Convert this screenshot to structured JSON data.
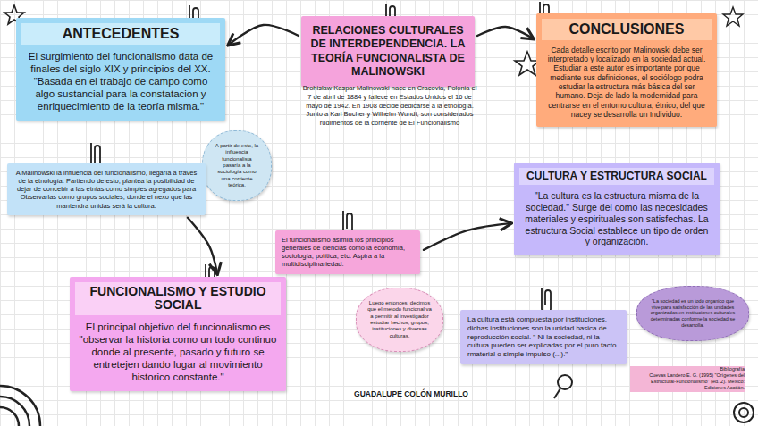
{
  "diagram": {
    "nodes": [
      {
        "text": [
          "RELACIONES CULTURALES DE INTERDEPENDENCIA. LA TEORÍA FUNCIONALISTA DE MALINOWSKI"
        ]
      },
      {
        "text": [
          "ANTECEDENTES",
          "El surgimiento del funcionalismo data de finales del siglo XIX y principios del XX. \"Basada en el trabajo de campo como algo sustancial para la constatacion y enriquecimiento de la teoría misma.\""
        ]
      },
      {
        "text": [
          "A partir de esto, la influencia funcionalista pasaría a la sociología como una corriente teórica."
        ]
      },
      {
        "text": [
          "A Malinowski la influencia del funcionalismo, llegaría a través de la etnología. Partiendo de esto, plantea la posibilidad de dejar de concebir a las etnias como simples agregados para Observarlas como grupos sociales, donde el nexo que las mantendra unidas será la cultura."
        ]
      },
      {
        "text": [
          "FUNCIONALISMO Y ESTUDIO SOCIAL",
          "El principal objetivo del funcionalismo es \"observar la historia como un todo continuo donde al presente, pasado y futuro se entretejen dando lugar al movimiento historico constante.\""
        ]
      },
      {
        "text": [
          "El funcionalismo asimila los principios generales de ciencias como la economía, sociología, política, etc. Aspira a la multidisciplinariedad."
        ]
      },
      {
        "text": [
          "Luego entonces, decimos que el metodo funcional va a permitir al investigador estudiar hechos, grupos, instituciones y diversas culturas."
        ]
      },
      {
        "text": [
          "CONCLUSIONES",
          "Cada detalle escrito por Malinowski debe ser interpretado y localizado en la sociedad actual. Estudiar a este autor es importante por que mediante sus definiciones, el sociólogo podra estudiar la estructura más básica del ser humano. Deja de lado la modernidad para centrarse en el entorno cultura, étnico, del que nacey se desarrolla un Individuo."
        ]
      },
      {
        "text": [
          "CULTURA Y ESTRUCTURA SOCIAL",
          "\"La cultura es la estructura misma de la sociedad.\" Surge del como las necesidades materiales y espirituales son satisfechas. La estructura Social establece un tipo de orden y organización."
        ]
      },
      {
        "text": [
          "La cultura está compuesta por instituciones, dichas instituciones son la unidad basica de reproducción social. \" Ni la sociedad, ni la cultura pueden ser explicadas por el puro facto rmaterial o simple impulso (...).\""
        ]
      },
      {
        "text": [
          "\"La sociedad es un todo organico que vive para satisfacción de las unidades organizadas en instituciones culturales determinadas conforme la sociedad se desarrolla."
        ]
      }
    ],
    "edges": [
      {
        "from": 0,
        "to": 1,
        "arrow": "to"
      },
      {
        "from": 0,
        "to": 7,
        "arrow": "to"
      },
      {
        "from": 3,
        "to": 4,
        "arrow": "to"
      },
      {
        "from": 5,
        "to": 8,
        "arrow": "to"
      }
    ],
    "labels": [
      "Brohislaw Kaspar Malinowski nace en Cracovia, Polonia el 7 de abril de 1884 y fallece en Estados Unidos el 16 de mayo de 1942. En 1908 decide dedicarse a la etnología. Junto a Karl Bucher y Wilhelm Wundt, son considerados rudimentos de la corriente de El Funcionalismo",
      "GUADALUPE COLÓN MURILLO",
      "Bibliografía",
      "Cuevas Landero E. G. (1995) \"Orígenes del Estructural-Funcionalismo\" (ed. 2). México: Ediciones Acatlán."
    ]
  }
}
